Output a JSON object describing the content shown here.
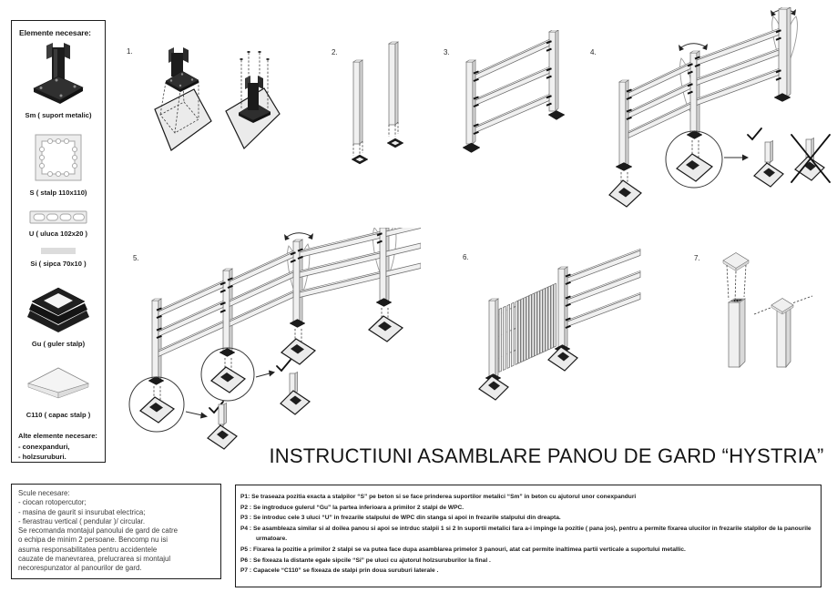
{
  "page": {
    "background": "#ffffff",
    "ink": "#1a1a1a",
    "wpc_light": "#f0f0f0",
    "metal_dark": "#1b1b1b"
  },
  "title": "INSTRUCTIUNI ASAMBLARE PANOU DE GARD “HYSTRIA”",
  "sidebar": {
    "header": "Elemente necesare:",
    "items": [
      {
        "label": "Sm ( suport metalic)",
        "icon": "metal-support-photo"
      },
      {
        "label": "S ( stalp 110x110)",
        "icon": "post-profile-drawing"
      },
      {
        "label": "U ( uluca 102x20 )",
        "icon": "rail-profile-drawing"
      },
      {
        "label": "Si ( sipca 70x10 )",
        "icon": "slat-strip-drawing"
      },
      {
        "label": "Gu ( guler stalp)",
        "icon": "post-collar-photo"
      },
      {
        "label": "C110 ( capac stalp )",
        "icon": "post-cap-drawing"
      }
    ],
    "extra": {
      "header": "Alte elemente necesare:",
      "items": [
        "- conexpanduri,",
        "- holzsuruburi."
      ]
    }
  },
  "tools_box": {
    "header": "Scule necesare:",
    "lines": [
      "- ciocan rotopercutor;",
      "- masina de gaurit si insurubat electrica;",
      "- fierastrau vertical ( pendular )/ circular.",
      "Se recomanda montajul panoului de gard de catre",
      "o echipa de minim 2 persoane. Bencomp nu isi",
      "asuma responsabilitatea pentru accidentele",
      "cauzate de manevrarea, prelucrarea si montajul",
      "necorespunzator al panourilor de gard."
    ]
  },
  "steps": {
    "numbers": [
      "1.",
      "2.",
      "3.",
      "4.",
      "5.",
      "6.",
      "7."
    ]
  },
  "instructions": [
    {
      "id": "P1:",
      "text": "Se traseaza pozitia exacta a stalpilor “S” pe beton si se face prinderea suportilor metalici “Sm” in beton cu ajutorul unor conexpanduri"
    },
    {
      "id": "P2 :",
      "text": "Se ingtroduce gulerul “Gu” la partea inferioara a primilor 2 stalpi de WPC."
    },
    {
      "id": "P3 :",
      "text": "Se introduc cele 3 uluci “U” in frezarile stalpului de WPC din stanga si apoi in frezarile stalpului din dreapta."
    },
    {
      "id": "P4 :",
      "text": "Se asambleaza similar si al doilea panou si apoi se intrduc stalpii 1 si 2 In suportii metalici fara a-i impinge la pozitie ( pana jos), pentru a permite fixarea ulucilor in frezarile stalpilor de la panourile urmatoare."
    },
    {
      "id": "P5 :",
      "text": "Fixarea la pozitie a primilor 2 stalpi se va putea face dupa asamblarea primelor 3 panouri, atat cat permite inaltimea partii verticale a suportului metallic."
    },
    {
      "id": "P6 :",
      "text": "Se fixeaza la distante egale sipcile “Si” pe uluci cu ajutorul holzsuruburilor la final ."
    },
    {
      "id": "P7 :",
      "text": "Capacele “C110” se fixeaza de stalpi prin doua suruburi laterale ."
    }
  ],
  "diagram_marks": {
    "correct": "check-mark",
    "incorrect": "x-mark"
  }
}
